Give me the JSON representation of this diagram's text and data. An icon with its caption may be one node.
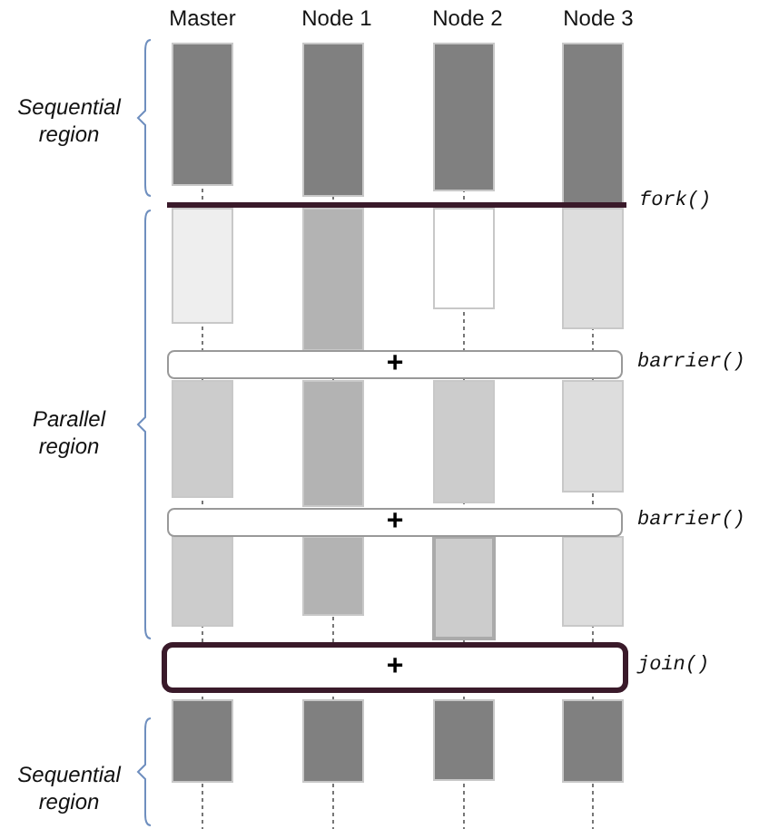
{
  "diagram": {
    "nodes": [
      {
        "text": [
          "+"
        ],
        "beside": [
          "barrier()"
        ]
      },
      {
        "text": [
          "+"
        ],
        "beside": [
          "barrier()"
        ]
      },
      {
        "text": [
          "+"
        ],
        "beside": [
          "join()"
        ]
      }
    ],
    "labels": [
      "Master",
      "Node 1",
      "Node 2",
      "Node 3",
      "Sequential region",
      "fork()",
      "Parallel region",
      "Sequential region"
    ]
  }
}
